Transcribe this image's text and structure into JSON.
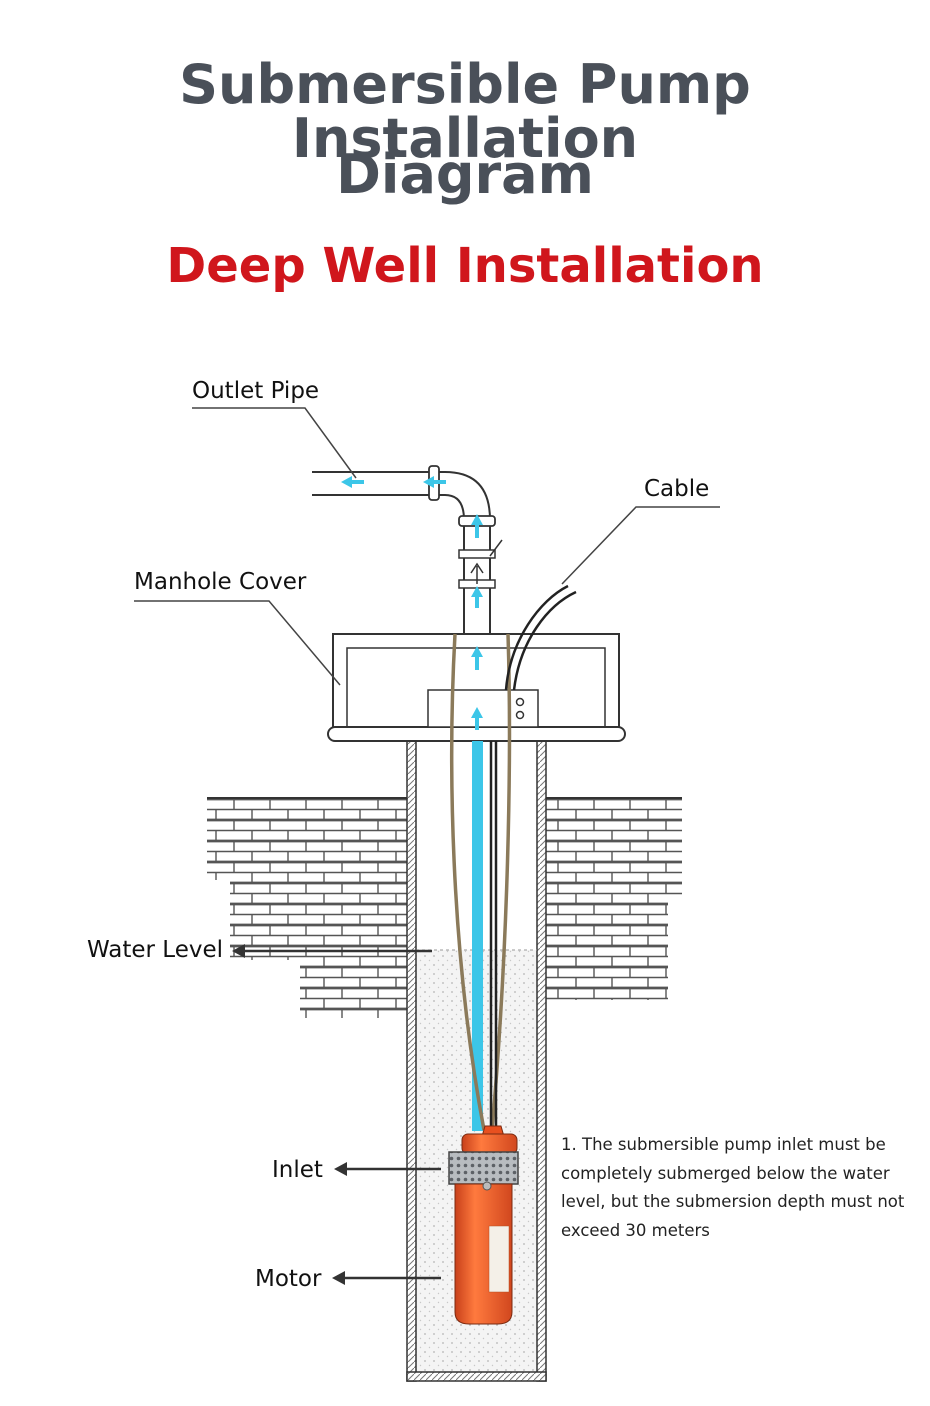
{
  "title_line1": "Submersible Pump Installation",
  "title_line2": "Diagram",
  "subtitle": "Deep Well Installation",
  "labels": {
    "outlet_pipe": "Outlet Pipe",
    "cable": "Cable",
    "manhole_cover": "Manhole Cover",
    "water_level": "Water Level",
    "inlet": "Inlet",
    "motor": "Motor"
  },
  "note": "1. The submersible pump inlet must be completely submerged below the water level, but the submersion depth must not exceed 30 meters",
  "colors": {
    "title": "#4a5059",
    "subtitle": "#d0161c",
    "water_flow": "#3cc6e8",
    "pump_body": "#f05a28"
  }
}
